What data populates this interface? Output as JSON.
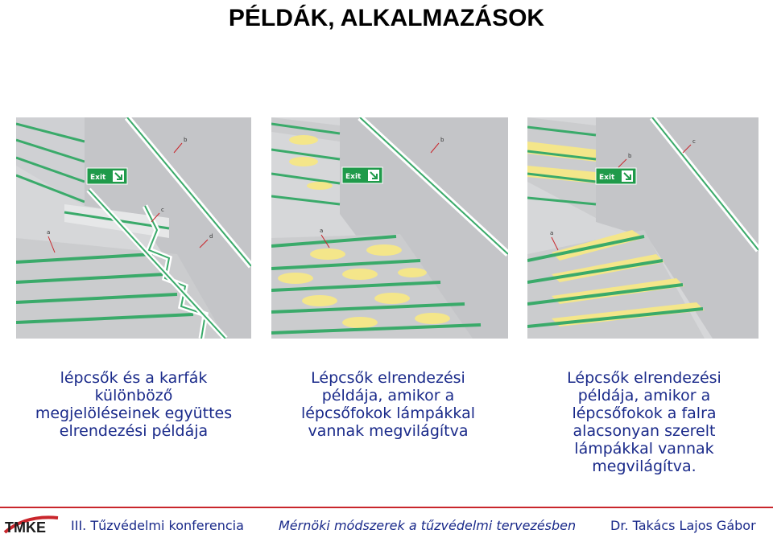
{
  "title": "PÉLDÁK, ALKALMAZÁSOK",
  "panels": [
    {
      "labels": [
        "a",
        "b",
        "c",
        "d"
      ],
      "exit_sign": "Exit",
      "caption": [
        "lépcsők és a karfák",
        "különböző",
        "megjelöléseinek együttes",
        "elrendezési példája"
      ]
    },
    {
      "labels": [
        "a",
        "b"
      ],
      "exit_sign": "Exit",
      "caption": [
        "Lépcsők elrendezési",
        "példája, amikor a",
        "lépcsőfokok lámpákkal",
        "vannak megvilágítva"
      ]
    },
    {
      "labels": [
        "a",
        "b",
        "c"
      ],
      "exit_sign": "Exit",
      "caption": [
        "Lépcsők elrendezési",
        "példája, amikor a",
        "lépcsőfokok a falra",
        "alacsonyan szerelt",
        "lámpákkal vannak",
        "megvilágítva."
      ]
    }
  ],
  "footer": {
    "logo_text": "TMKE",
    "left": "III. Tűzvédelmi konferencia",
    "center": "Mérnöki módszerek a tűzvédelmi tervezésben",
    "right": "Dr. Takács Lajos Gábor"
  },
  "colors": {
    "footer_rule": "#c9262c",
    "text_blue": "#1a2a8a",
    "stripe_green": "#3aaa6a",
    "exit_green": "#1f9a4a",
    "light_yellow": "#f4e68a"
  }
}
